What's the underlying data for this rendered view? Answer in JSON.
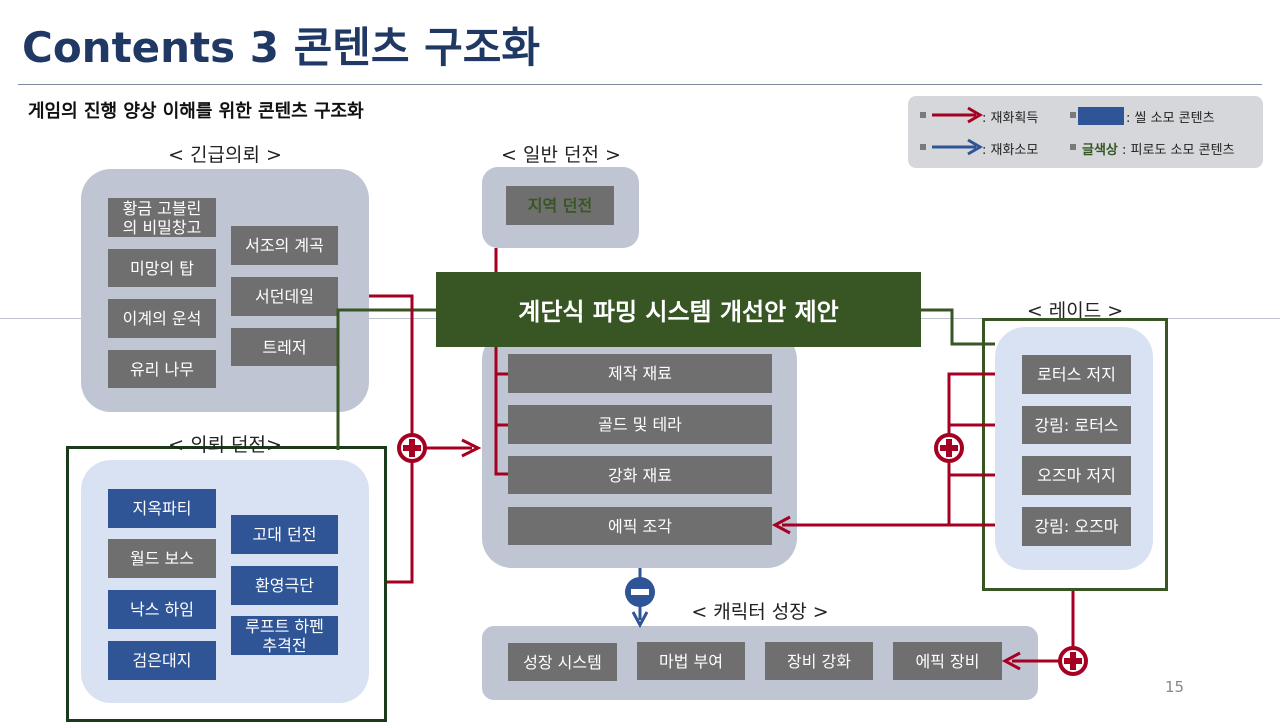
{
  "header": {
    "title": "Contents 3 콘텐츠 구조화",
    "subtitle": "게임의 진행 양상 이해를 위한 콘텐츠 구조화"
  },
  "banner": {
    "text": "계단식 파밍 시스템 개선안 제안"
  },
  "groups": {
    "urgent": {
      "label": "< 긴급의뢰 >",
      "items_left": [
        "황금 고블린\n의 비밀창고",
        "미망의 탑",
        "이계의 운석",
        "유리 나무"
      ],
      "items_right": [
        "서조의 계곡",
        "서던데일",
        "트레저"
      ]
    },
    "normal_dungeon": {
      "label": "< 일반 던전 >",
      "items": [
        "지역 던전"
      ]
    },
    "request_dungeon": {
      "label": "< 의뢰 던전>",
      "items_left": [
        "지옥파티",
        "월드 보스",
        "낙스 하임",
        "검은대지"
      ],
      "items_right": [
        "고대 던전",
        "환영극단",
        "루프트 하펜\n추격전"
      ]
    },
    "raid": {
      "label": "< 레이드 >",
      "items": [
        "로터스 저지",
        "강림: 로터스",
        "오즈마 저지",
        "강림: 오즈마"
      ]
    },
    "materials": {
      "items": [
        "제작 재료",
        "골드 및 테라",
        "강화 재료",
        "에픽 조각"
      ]
    },
    "growth": {
      "label": "< 캐릭터 성장 >",
      "items": [
        "성장 시스템",
        "마법 부여",
        "장비 강화",
        "에픽 장비"
      ]
    }
  },
  "legend": {
    "gain": ": 재화획득",
    "spend": ": 재화소모",
    "cell_desc": ": 씰 소모 콘텐츠",
    "green_word": "글색상",
    "fatigue_desc": ": 피로도 소모 콘텐츠"
  },
  "colors": {
    "gain_arrow": "#A50021",
    "spend_arrow": "#2F5597",
    "accent_green": "#375623",
    "title_navy": "#1F3864"
  },
  "page_number": "15"
}
